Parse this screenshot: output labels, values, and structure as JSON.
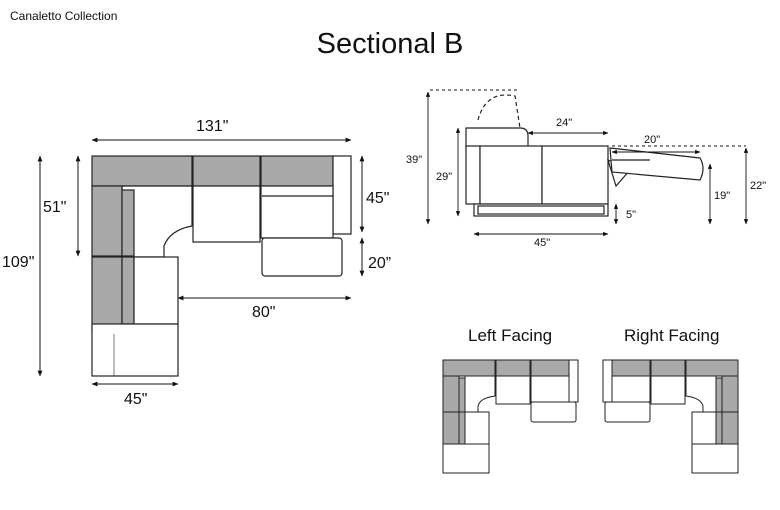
{
  "brand": "Canaletto Collection",
  "title": "Sectional B",
  "plan": {
    "width_label": "131\"",
    "depth_label": "51\"",
    "height_label": "109\"",
    "seat_depth_label": "45\"",
    "chaise_label": "20”",
    "inner_label": "80\"",
    "arm_label": "45\""
  },
  "side": {
    "total_height_label": "39\"",
    "back_height_label": "29\"",
    "seat_label": "24\"",
    "recline_label": "20\"",
    "foot_label": "19\"",
    "footrest_label": "22\"",
    "leg_label": "5\"",
    "depth_label": "45\""
  },
  "variants": {
    "left_label": "Left Facing",
    "right_label": "Right Facing"
  },
  "colors": {
    "cushion": "#a9a9a9",
    "outline": "#222222",
    "seat": "#ffffff"
  }
}
